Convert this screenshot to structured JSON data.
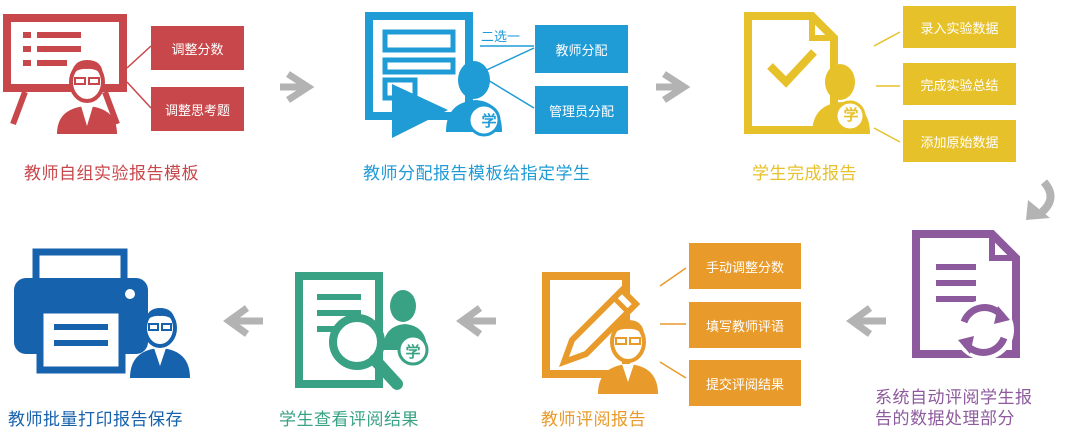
{
  "colors": {
    "red": "#c8474a",
    "blue": "#1f9bd6",
    "yellow": "#e7c12a",
    "purple": "#8e5a9e",
    "orange": "#e89a2b",
    "teal": "#3aa284",
    "navy": "#1762ad",
    "arrow": "#b3b3b3"
  },
  "step1": {
    "caption": "教师自组实验报告模板",
    "options": [
      "调整分数",
      "调整思考题"
    ]
  },
  "step2": {
    "caption": "教师分配报告模板给指定学生",
    "choice_label": "二选一",
    "options": [
      "教师分配",
      "管理员分配"
    ],
    "badge": "学"
  },
  "step3": {
    "caption": "学生完成报告",
    "options": [
      "录入实验数据",
      "完成实验总结",
      "添加原始数据"
    ],
    "badge": "学"
  },
  "step4": {
    "caption_line1": "系统自动评阅学生报",
    "caption_line2": "告的数据处理部分"
  },
  "step5": {
    "caption": "教师评阅报告",
    "options": [
      "手动调整分数",
      "填写教师评语",
      "提交评阅结果"
    ]
  },
  "step6": {
    "caption": "学生查看评阅结果",
    "badge": "学"
  },
  "step7": {
    "caption": "教师批量打印报告保存"
  },
  "icons": [
    "whiteboard-teacher-icon",
    "assignment-form-icon",
    "checked-document-student-icon",
    "auto-review-document-icon",
    "edit-pen-teacher-icon",
    "magnifier-document-student-icon",
    "printer-teacher-icon"
  ]
}
